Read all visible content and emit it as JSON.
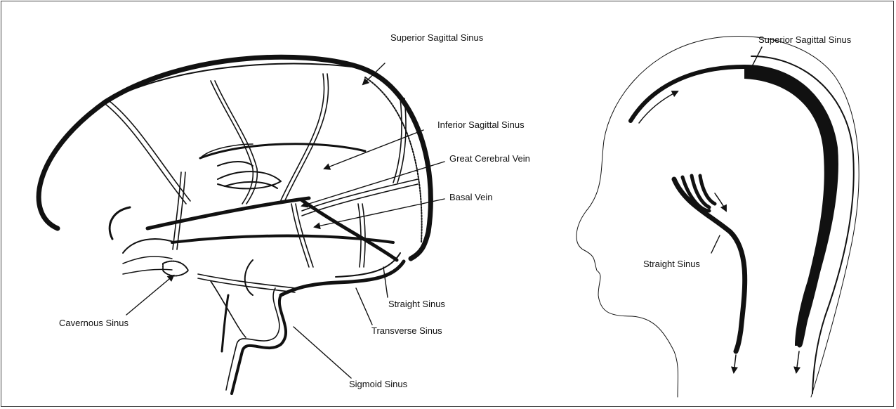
{
  "labels": {
    "left_superior_sagittal": "Superior Sagittal Sinus",
    "inferior_sagittal": "Inferior Sagittal Sinus",
    "great_cerebral_vein": "Great Cerebral Vein",
    "basal_vein": "Basal Vein",
    "straight_sinus_left": "Straight Sinus",
    "transverse_sinus": "Transverse Sinus",
    "cavernous_sinus": "Cavernous Sinus",
    "sigmoid_sinus": "Sigmoid Sinus",
    "right_superior_sagittal": "Superior Sagittal Sinus",
    "straight_sinus_right": "Straight Sinus"
  },
  "colors": {
    "ink": "#111111",
    "frame": "#444444",
    "background": "#ffffff"
  }
}
